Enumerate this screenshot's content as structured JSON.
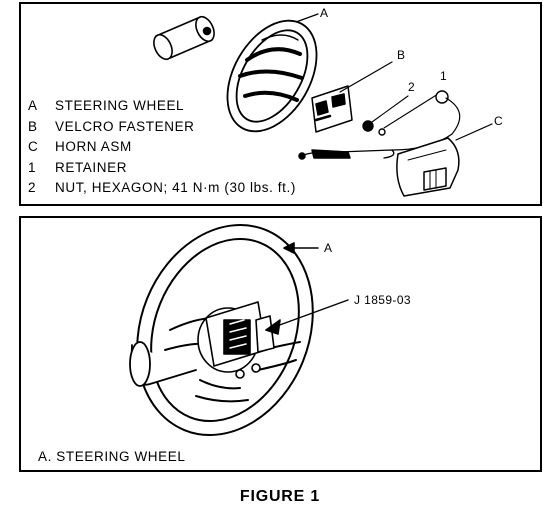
{
  "top_panel": {
    "callouts": {
      "a": "A",
      "b": "B",
      "c": "C",
      "one": "1",
      "two": "2"
    },
    "legend": [
      {
        "key": "A",
        "text": "STEERING WHEEL"
      },
      {
        "key": "B",
        "text": "VELCRO FASTENER"
      },
      {
        "key": "C",
        "text": "HORN ASM"
      },
      {
        "key": "1",
        "text": "RETAINER"
      },
      {
        "key": "2",
        "text": "NUT, HEXAGON; 41 N·m (30 lbs. ft.)"
      }
    ]
  },
  "bottom_panel": {
    "callout_a": "A",
    "tool_label": "J 1859-03",
    "caption": "A.  STEERING WHEEL"
  },
  "figure_title": "FIGURE 1"
}
